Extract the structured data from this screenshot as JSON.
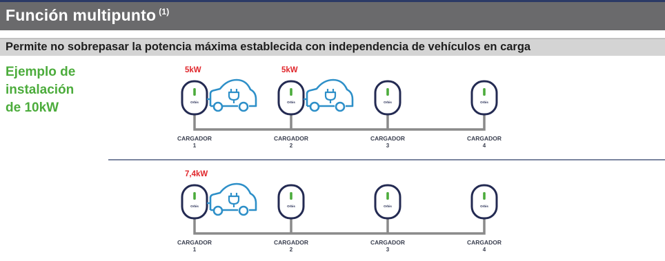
{
  "header": {
    "title": "Función multipunto",
    "title_note": "(1)",
    "subtitle": "Permite no sobrepasar la potencia máxima establecida con independencia de vehículos en carga"
  },
  "example": {
    "line1": "Ejemplo de",
    "line2": "instalación",
    "line3": "de 10kW"
  },
  "rows": [
    {
      "chargers": [
        {
          "label": "CARGADOR",
          "number": "1",
          "power": "5kW",
          "car": true
        },
        {
          "label": "CARGADOR",
          "number": "2",
          "power": "5kW",
          "car": true
        },
        {
          "label": "CARGADOR",
          "number": "3",
          "power": "",
          "car": false
        },
        {
          "label": "CARGADOR",
          "number": "4",
          "power": "",
          "car": false
        }
      ]
    },
    {
      "chargers": [
        {
          "label": "CARGADOR",
          "number": "1",
          "power": "7,4kW",
          "car": true
        },
        {
          "label": "CARGADOR",
          "number": "2",
          "power": "",
          "car": false
        },
        {
          "label": "CARGADOR",
          "number": "3",
          "power": "",
          "car": false
        },
        {
          "label": "CARGADOR",
          "number": "4",
          "power": "",
          "car": false
        }
      ]
    }
  ],
  "charger_brand": "Orbis",
  "colors": {
    "title_bg": "#6a6a6c",
    "subtitle_bg": "#d4d4d4",
    "accent_green": "#4cac3c",
    "power_red": "#e0262b",
    "charger_outline": "#232a52",
    "car_blue": "#2d8fc8",
    "connector_gray": "#8a8a8a",
    "divider_blue": "#2b3a66"
  }
}
